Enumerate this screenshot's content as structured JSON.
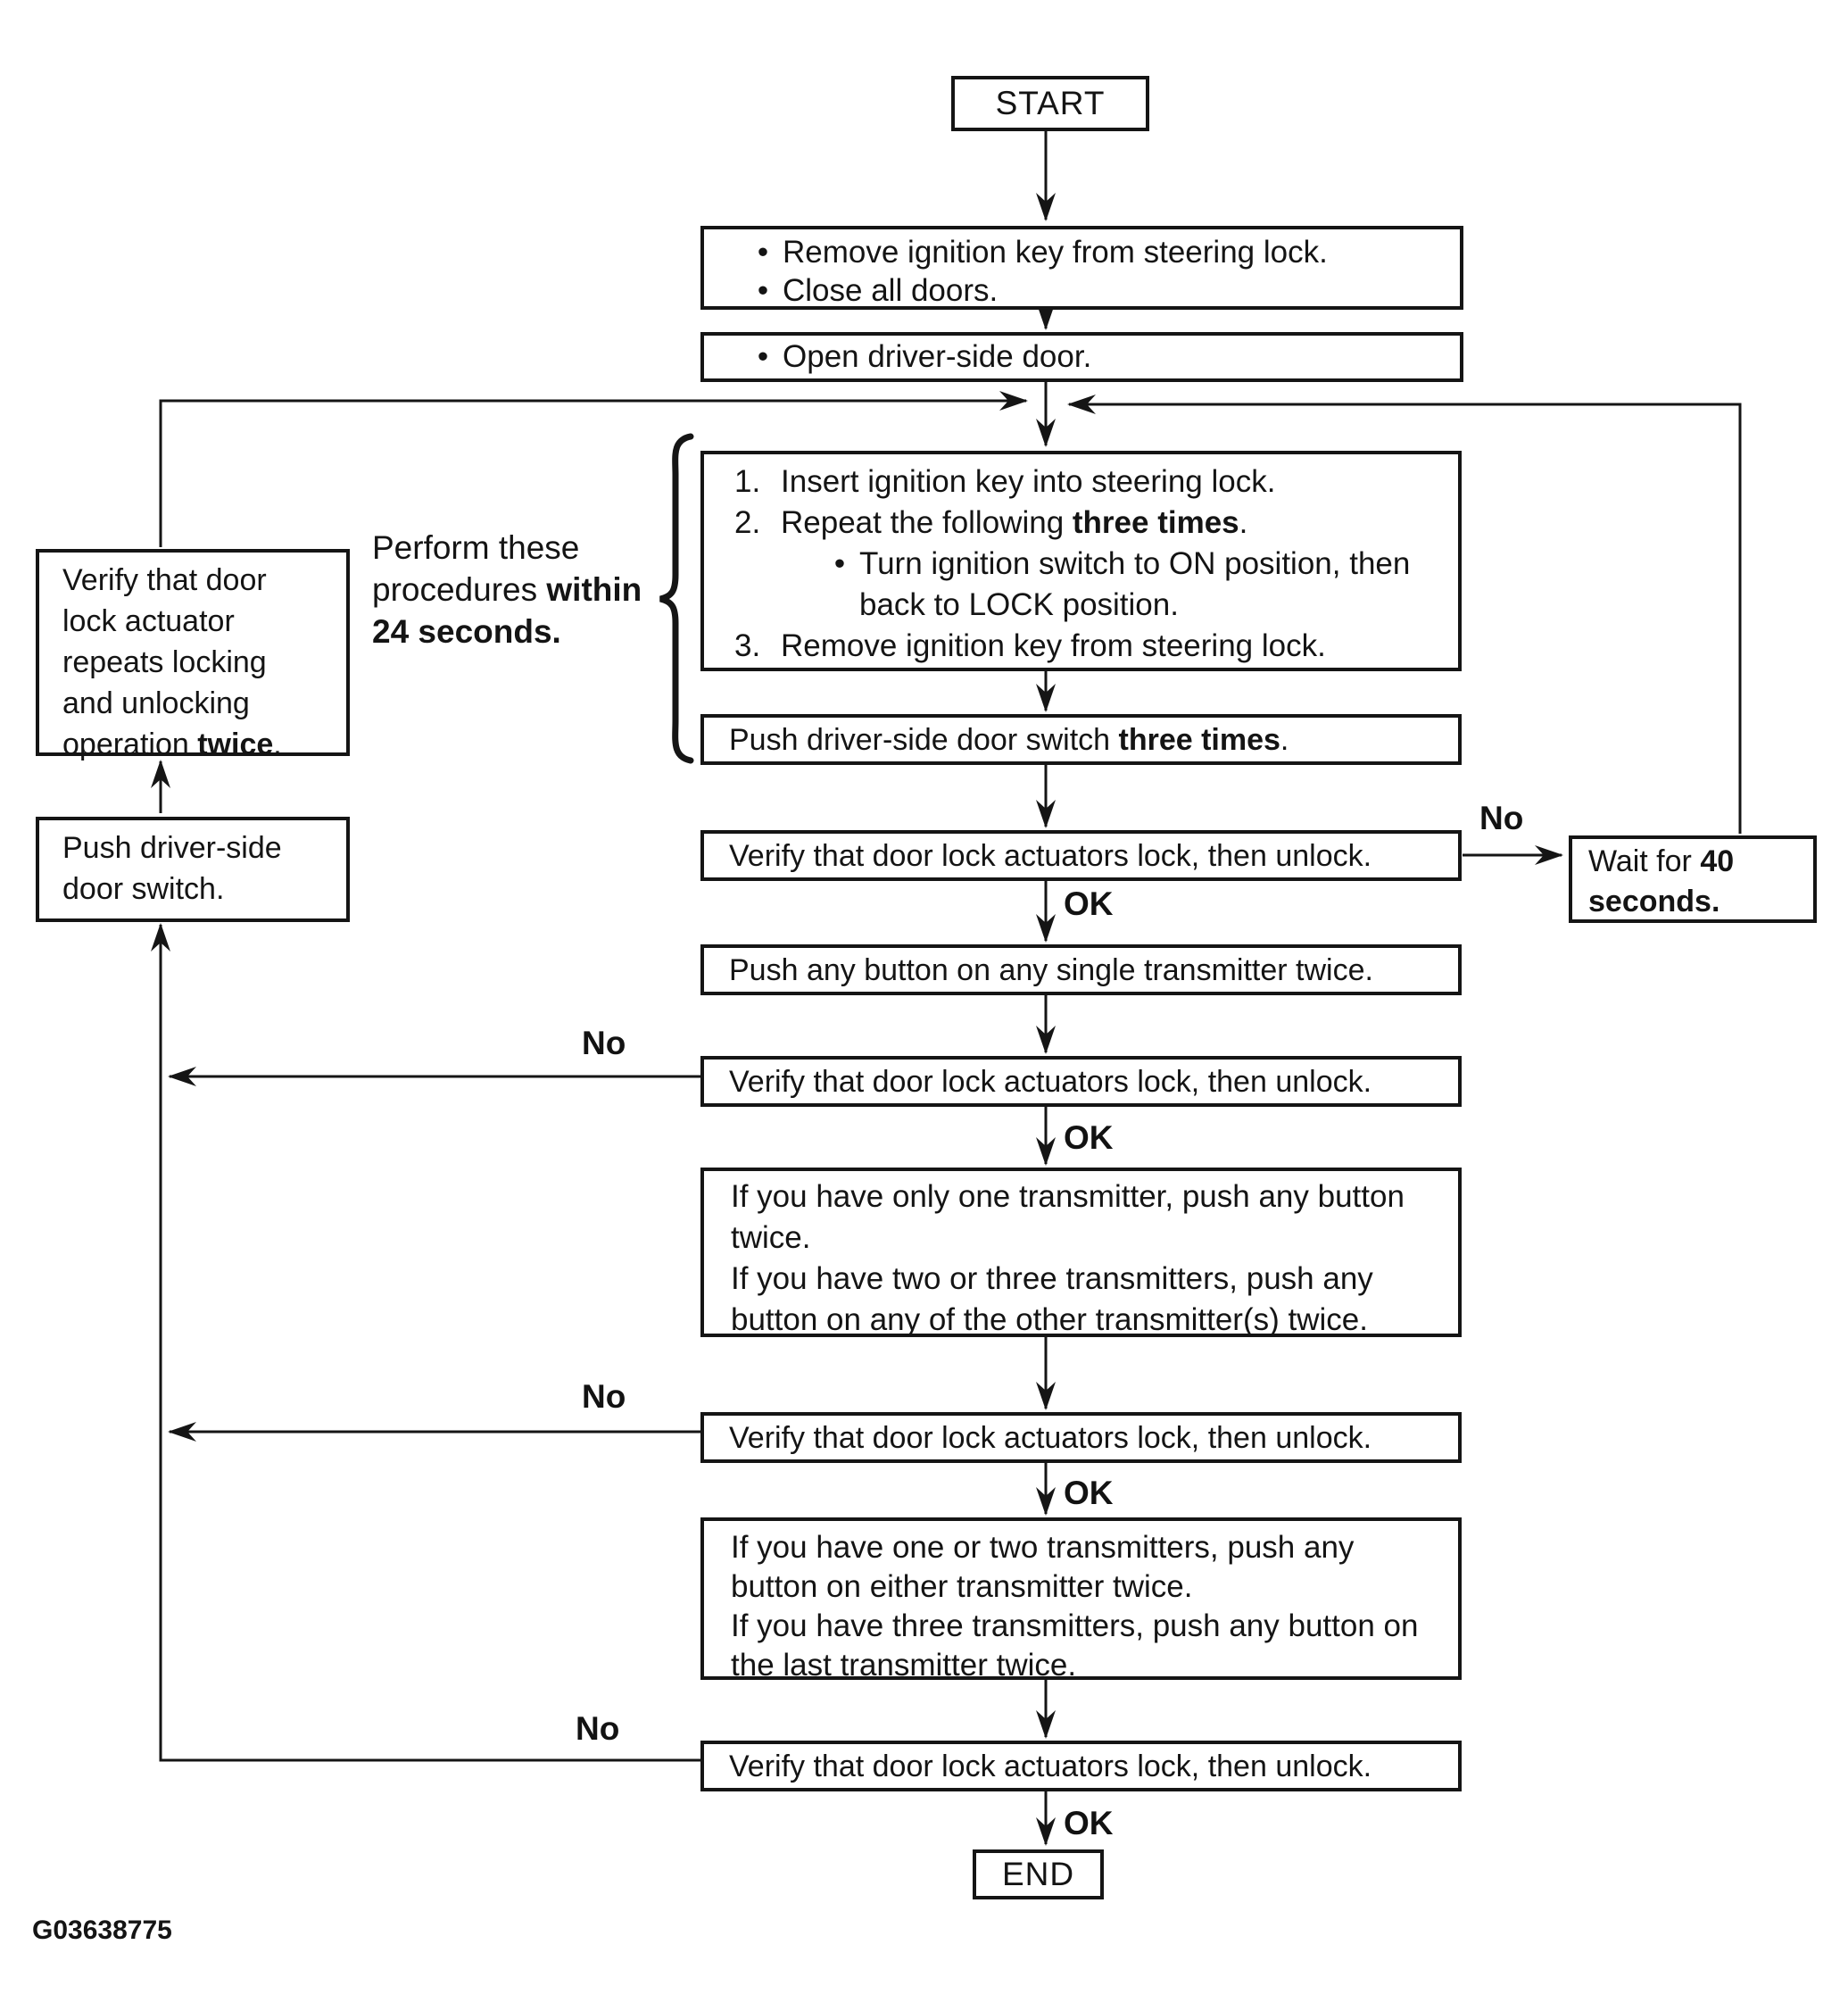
{
  "figure_code": "G03638775",
  "flow": {
    "start": "START",
    "end": "END",
    "bullet": "•",
    "decision_labels": {
      "no": "No",
      "ok": "OK"
    },
    "prepare": {
      "items": [
        "Remove ignition key from steering lock.",
        "Close all doors."
      ]
    },
    "open_door": {
      "text": "Open driver-side door."
    },
    "timing_note": {
      "line1": "Perform these",
      "line2": "procedures ",
      "line2_bold": "within",
      "line3_bold": "24 seconds."
    },
    "ignition_cycle": {
      "num1": "1.",
      "step1": "Insert ignition key into steering lock.",
      "num2": "2.",
      "step2": "Repeat the following ",
      "step2_bold": "three times",
      "step2_end": ".",
      "sub_line1": "Turn ignition switch to ON position, then",
      "sub_line2": "back to LOCK position.",
      "num3": "3.",
      "step3": "Remove ignition key from steering lock."
    },
    "push_door_switch_3": {
      "text": "Push driver-side door switch ",
      "bold": "three times",
      "end": "."
    },
    "verify_lock_unlock": "Verify that door lock actuators lock, then unlock.",
    "wait": {
      "text": "Wait for ",
      "bold_value": "40",
      "bold_unit": "seconds."
    },
    "push_any_single": "Push any button on any single transmitter twice.",
    "one_transmitter": {
      "line1": "If you have only one transmitter, push any button twice.",
      "line2": "If you have two or three transmitters, push any button on any of the other transmitter(s) twice."
    },
    "one_or_two_transmitters": {
      "line1": "If you have one or two transmitters, push any button on either transmitter twice.",
      "line2": "If you have three transmitters, push any button on the last transmitter twice."
    },
    "verify_repeat": {
      "text": "Verify that door lock actuator repeats locking and unlocking operation ",
      "bold": "twice",
      "end": "."
    },
    "push_door_switch": "Push driver-side door switch."
  }
}
